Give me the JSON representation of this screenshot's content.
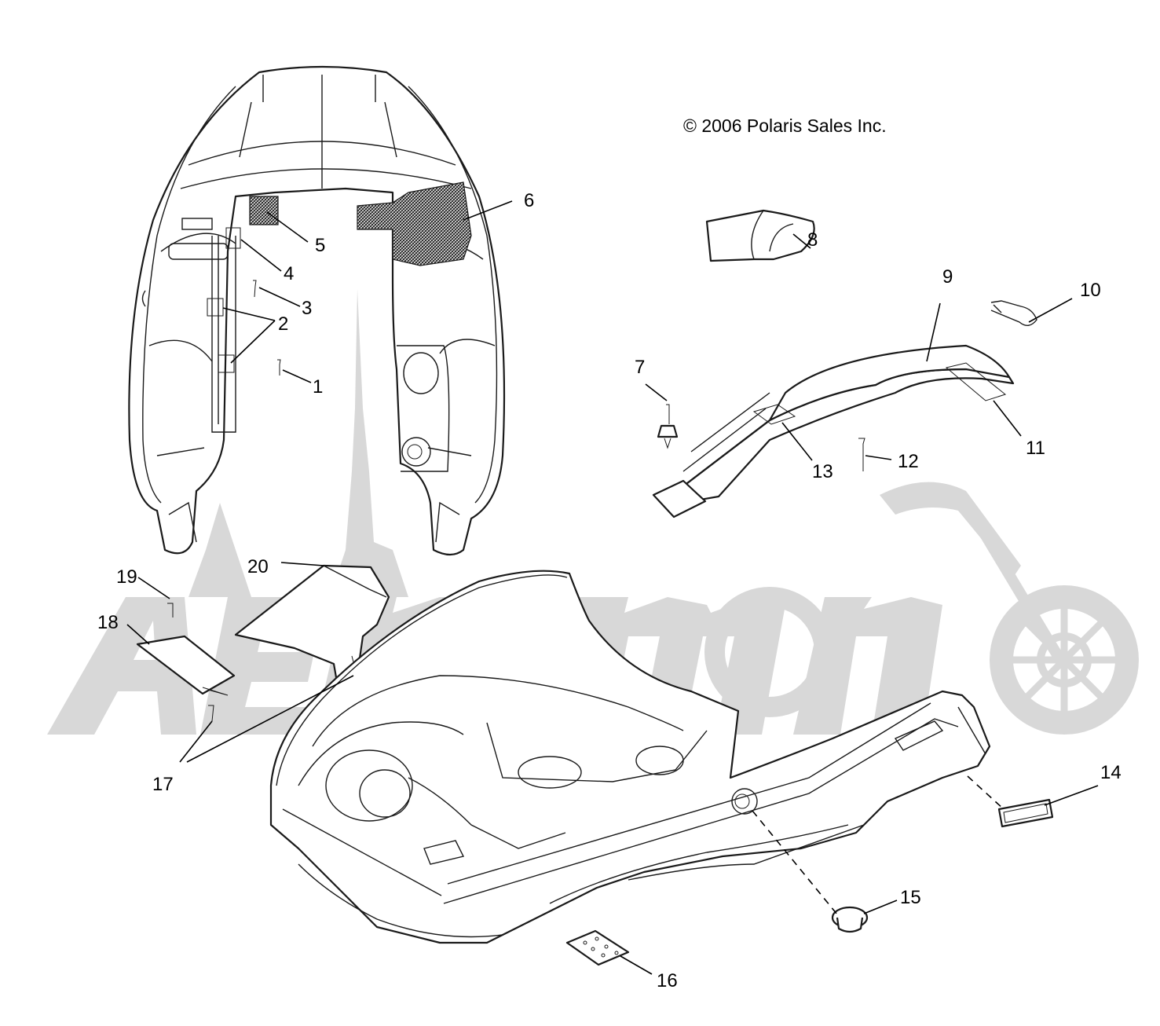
{
  "copyright": "© 2006 Polaris Sales Inc.",
  "callouts": [
    {
      "id": "1",
      "label": "1"
    },
    {
      "id": "2",
      "label": "2"
    },
    {
      "id": "3",
      "label": "3"
    },
    {
      "id": "4",
      "label": "4"
    },
    {
      "id": "5",
      "label": "5"
    },
    {
      "id": "6",
      "label": "6"
    },
    {
      "id": "7",
      "label": "7"
    },
    {
      "id": "8",
      "label": "8"
    },
    {
      "id": "9",
      "label": "9"
    },
    {
      "id": "10",
      "label": "10"
    },
    {
      "id": "11",
      "label": "11"
    },
    {
      "id": "12",
      "label": "12"
    },
    {
      "id": "13",
      "label": "13"
    },
    {
      "id": "14",
      "label": "14"
    },
    {
      "id": "15",
      "label": "15"
    },
    {
      "id": "16",
      "label": "16"
    },
    {
      "id": "17",
      "label": "17"
    },
    {
      "id": "18",
      "label": "18"
    },
    {
      "id": "19",
      "label": "19"
    },
    {
      "id": "20",
      "label": "20"
    }
  ],
  "watermark": {
    "icon": "motorcycle-watermark-icon",
    "color": "#d8d8d8"
  }
}
